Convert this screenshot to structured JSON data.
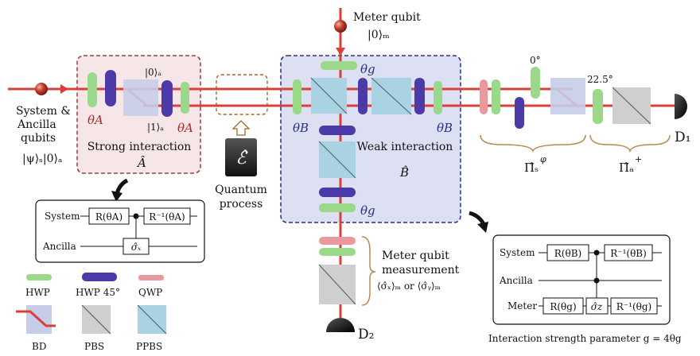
{
  "colors": {
    "beam": "#d9403a",
    "hwp": "#9ad88a",
    "hwp45": "#4b3aa8",
    "qwp": "#ea9a9f",
    "bd": "#c7cde8",
    "pbs": "#cfcfcf",
    "ppbs": "#a9d3e2",
    "strong_box_fill": "#f7e6e8",
    "strong_box_stroke": "#a33a3a",
    "weak_box_fill": "#dde0f2",
    "weak_box_stroke": "#2c2e86",
    "process_stroke": "#a06a28",
    "brace": "#b48a52"
  },
  "labels": {
    "meter_qubit": "Meter qubit",
    "meter_state": "|0⟩ₘ",
    "system_line1": "System &",
    "system_line2": "Ancilla",
    "system_line3": "qubits",
    "system_state": "|ψ⟩ₛ|0⟩ₐ",
    "theta_a_left": "θA",
    "theta_a_right": "θA",
    "ket0a": "|0⟩ₐ",
    "ket1a": "|1⟩ₐ",
    "strong_interaction": "Strong interaction",
    "A_hat": "Â",
    "channel": "ℰ̂",
    "quantum": "Quantum",
    "process": "process",
    "theta_g_top": "θg",
    "theta_g_bottom": "θg",
    "theta_b_left": "θB",
    "theta_b_right": "θB",
    "weak_interaction": "Weak interaction",
    "B_hat": "B̂",
    "angle0": "0°",
    "angle225": "22.5°",
    "pi_s": "Π̂ₛ",
    "pi_s_sup": "φ",
    "pi_a": "Π̂ₐ",
    "pi_a_sup": "+",
    "d1": "D₁",
    "d2": "D₂",
    "meter_meas_1": "Meter qubit",
    "meter_meas_2": "measurement",
    "meter_meas_3": "⟨σ̂ₓ⟩ₘ or ⟨σ̂ᵧ⟩ₘ",
    "interaction_strength": "Interaction strength parameter g = 4θg"
  },
  "circuit_a": {
    "system": "System",
    "ancilla": "Ancilla",
    "gate1": "R(θA)",
    "gate2": "R⁻¹(θA)",
    "cnot": "σ̂ₓ"
  },
  "circuit_b": {
    "system": "System",
    "ancilla": "Ancilla",
    "meter": "Meter",
    "gate1": "R(θB)",
    "gate2": "R⁻¹(θB)",
    "gate3": "R(θg)",
    "gate4": "R⁻¹(θg)",
    "cz": "σ̂z"
  },
  "legend": [
    {
      "key": "hwp",
      "label": "HWP"
    },
    {
      "key": "hwp45",
      "label": "HWP 45°"
    },
    {
      "key": "qwp",
      "label": "QWP"
    },
    {
      "key": "bd",
      "label": "BD"
    },
    {
      "key": "pbs",
      "label": "PBS"
    },
    {
      "key": "ppbs",
      "label": "PPBS"
    }
  ]
}
